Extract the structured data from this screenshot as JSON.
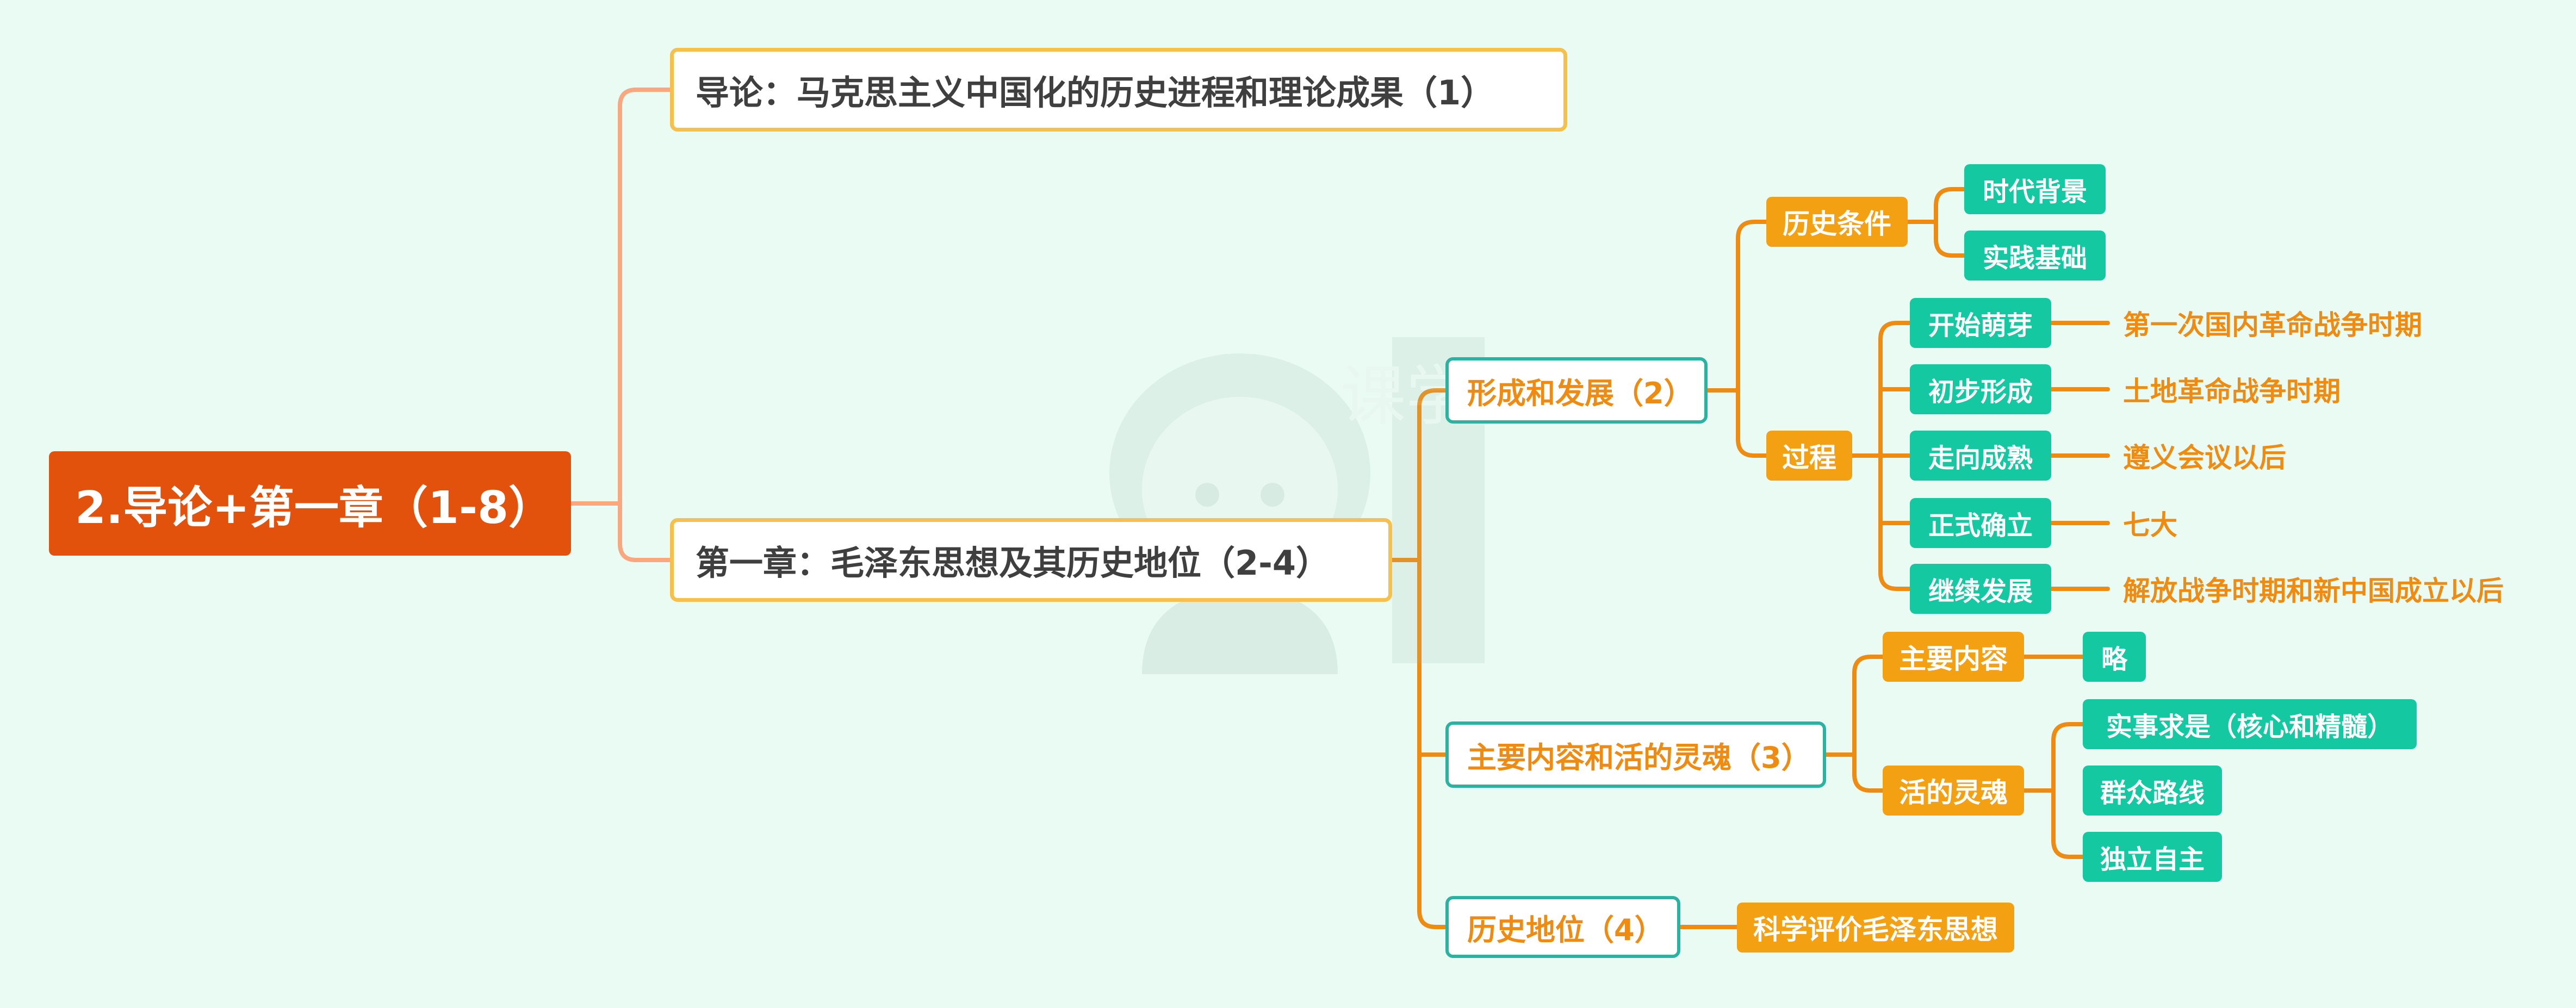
{
  "root": {
    "label": "2.导论+第一章（1-8）"
  },
  "intro": {
    "label": "导论：马克思主义中国化的历史进程和理论成果（1）"
  },
  "chapter1": {
    "label": "第一章：毛泽东思想及其历史地位（2-4）",
    "formation": {
      "label": "形成和发展（2）",
      "conditions": {
        "label": "历史条件",
        "items": [
          "时代背景",
          "实践基础"
        ]
      },
      "process": {
        "label": "过程",
        "stages": [
          {
            "label": "开始萌芽",
            "detail": "第一次国内革命战争时期"
          },
          {
            "label": "初步形成",
            "detail": "土地革命战争时期"
          },
          {
            "label": "走向成熟",
            "detail": "遵义会议以后"
          },
          {
            "label": "正式确立",
            "detail": "七大"
          },
          {
            "label": "继续发展",
            "detail": "解放战争时期和新中国成立以后"
          }
        ]
      }
    },
    "content": {
      "label": "主要内容和活的灵魂（3）",
      "main": {
        "label": "主要内容",
        "item": "略"
      },
      "soul": {
        "label": "活的灵魂",
        "items": [
          "实事求是（核心和精髓）",
          "群众路线",
          "独立自主"
        ]
      }
    },
    "status": {
      "label": "历史地位（4）",
      "item": "科学评价毛泽东思想"
    }
  },
  "watermark": {
    "text": "课学长"
  },
  "colors": {
    "background": "#eafbf3",
    "root": "#e2520d",
    "level1_border": "#f6c04b",
    "level2_border": "#2ab3a0",
    "level3": "#f3a013",
    "level4": "#14c8a2",
    "root_connector": "#f9a77f",
    "connector": "#ee8b10"
  }
}
